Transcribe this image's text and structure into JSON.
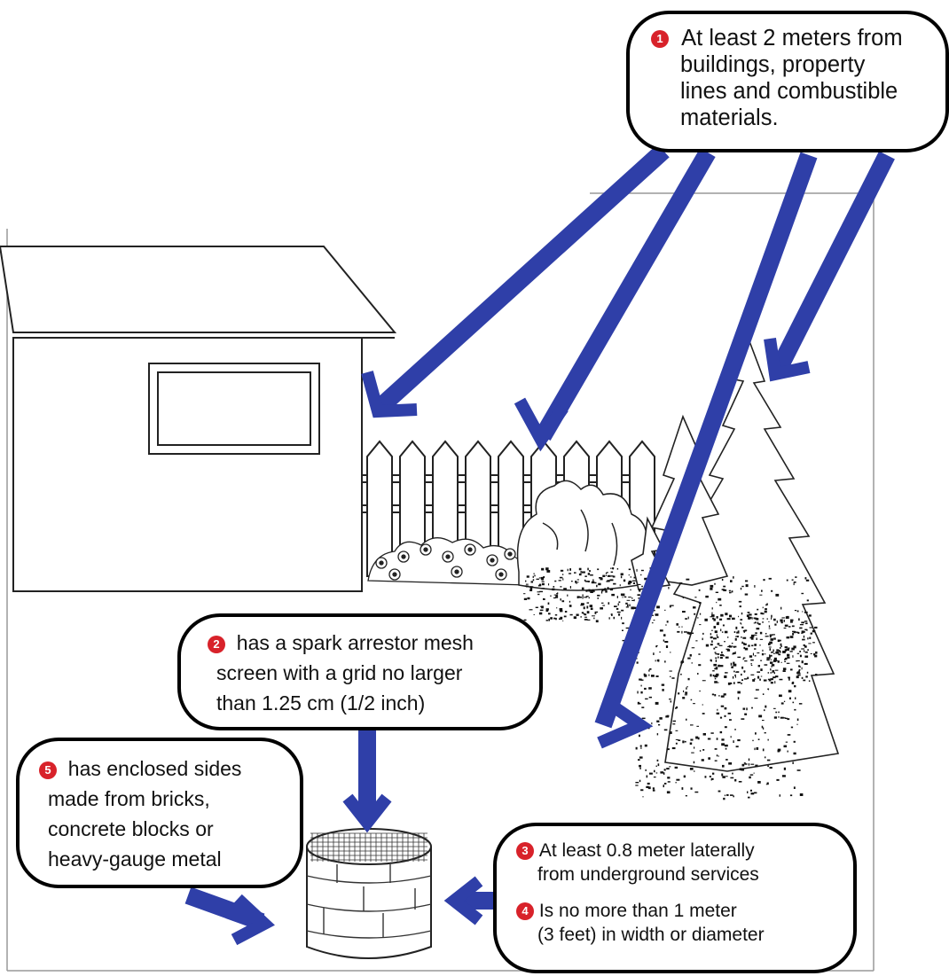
{
  "callouts": {
    "c1": {
      "number": "1",
      "lines": [
        "At least 2 meters from",
        "buildings, property",
        "lines and combustible",
        "materials."
      ]
    },
    "c2": {
      "number": "2",
      "lines": [
        "has a spark arrestor mesh",
        "screen with a grid no larger",
        "than 1.25 cm (1/2 inch)"
      ]
    },
    "c3": {
      "number": "3",
      "lines": [
        "At least 0.8 meter laterally",
        "from underground services"
      ]
    },
    "c4": {
      "number": "4",
      "lines": [
        "Is no more than 1 meter",
        "(3 feet) in width or diameter"
      ]
    },
    "c5": {
      "number": "5",
      "lines": [
        "has enclosed sides",
        "made from bricks,",
        "concrete blocks or",
        "heavy-gauge metal"
      ]
    }
  },
  "colors": {
    "arrow": "#2f3fa8",
    "badge": "#d8222a",
    "outline": "#000000"
  },
  "icons": [
    "house-illustration",
    "fence-illustration",
    "shrub-illustration",
    "evergreen-tree-illustration",
    "fire-pit-illustration"
  ]
}
